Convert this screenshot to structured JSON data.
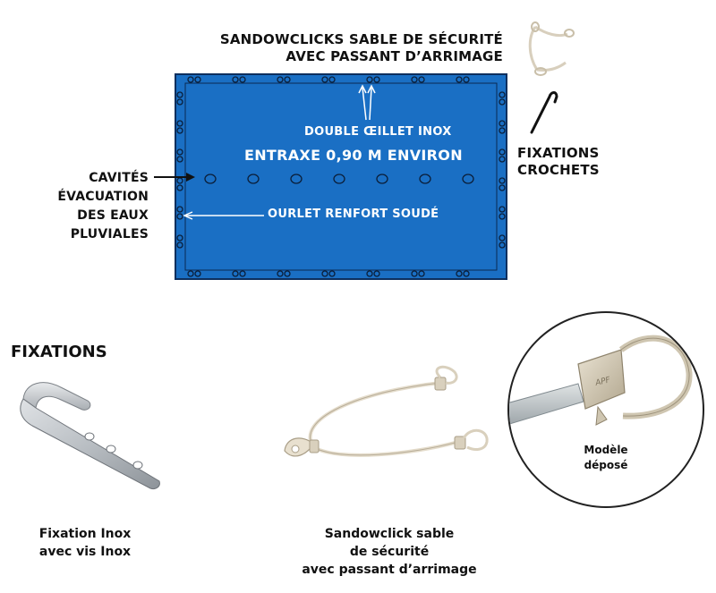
{
  "labels": {
    "sandowclicks_line1": "SANDOWCLICKS SABLE DE SÉCURITÉ",
    "sandowclicks_line2": "AVEC PASSANT D’ARRIMAGE",
    "double_oeillet": "DOUBLE ŒILLET INOX",
    "entraxe": "ENTRAXE 0,90 M ENVIRON",
    "ourlet": "OURLET RENFORT SOUDÉ",
    "cavites_line1": "CAVITÉS",
    "cavites_line2": "ÉVACUATION",
    "cavites_line3": "DES EAUX",
    "cavites_line4": "PLUVIALES",
    "fixations_crochets_line1": "FIXATIONS",
    "fixations_crochets_line2": "CROCHETS"
  },
  "section_title": "FIXATIONS",
  "products": {
    "fixation_line1": "Fixation Inox",
    "fixation_line2": "avec vis Inox",
    "sandowclick_line1": "Sandowclick sable",
    "sandowclick_line2": "de sécurité",
    "sandowclick_line3": "avec passant d’arrimage",
    "modele_line1": "Modèle",
    "modele_line2": "déposé",
    "brand_mark": "APF"
  },
  "colors": {
    "tarp_blue": "#1a6fc4",
    "tarp_border": "#0d2f5e",
    "cord": "#e4dccb",
    "metal": "#c4c8cc"
  }
}
